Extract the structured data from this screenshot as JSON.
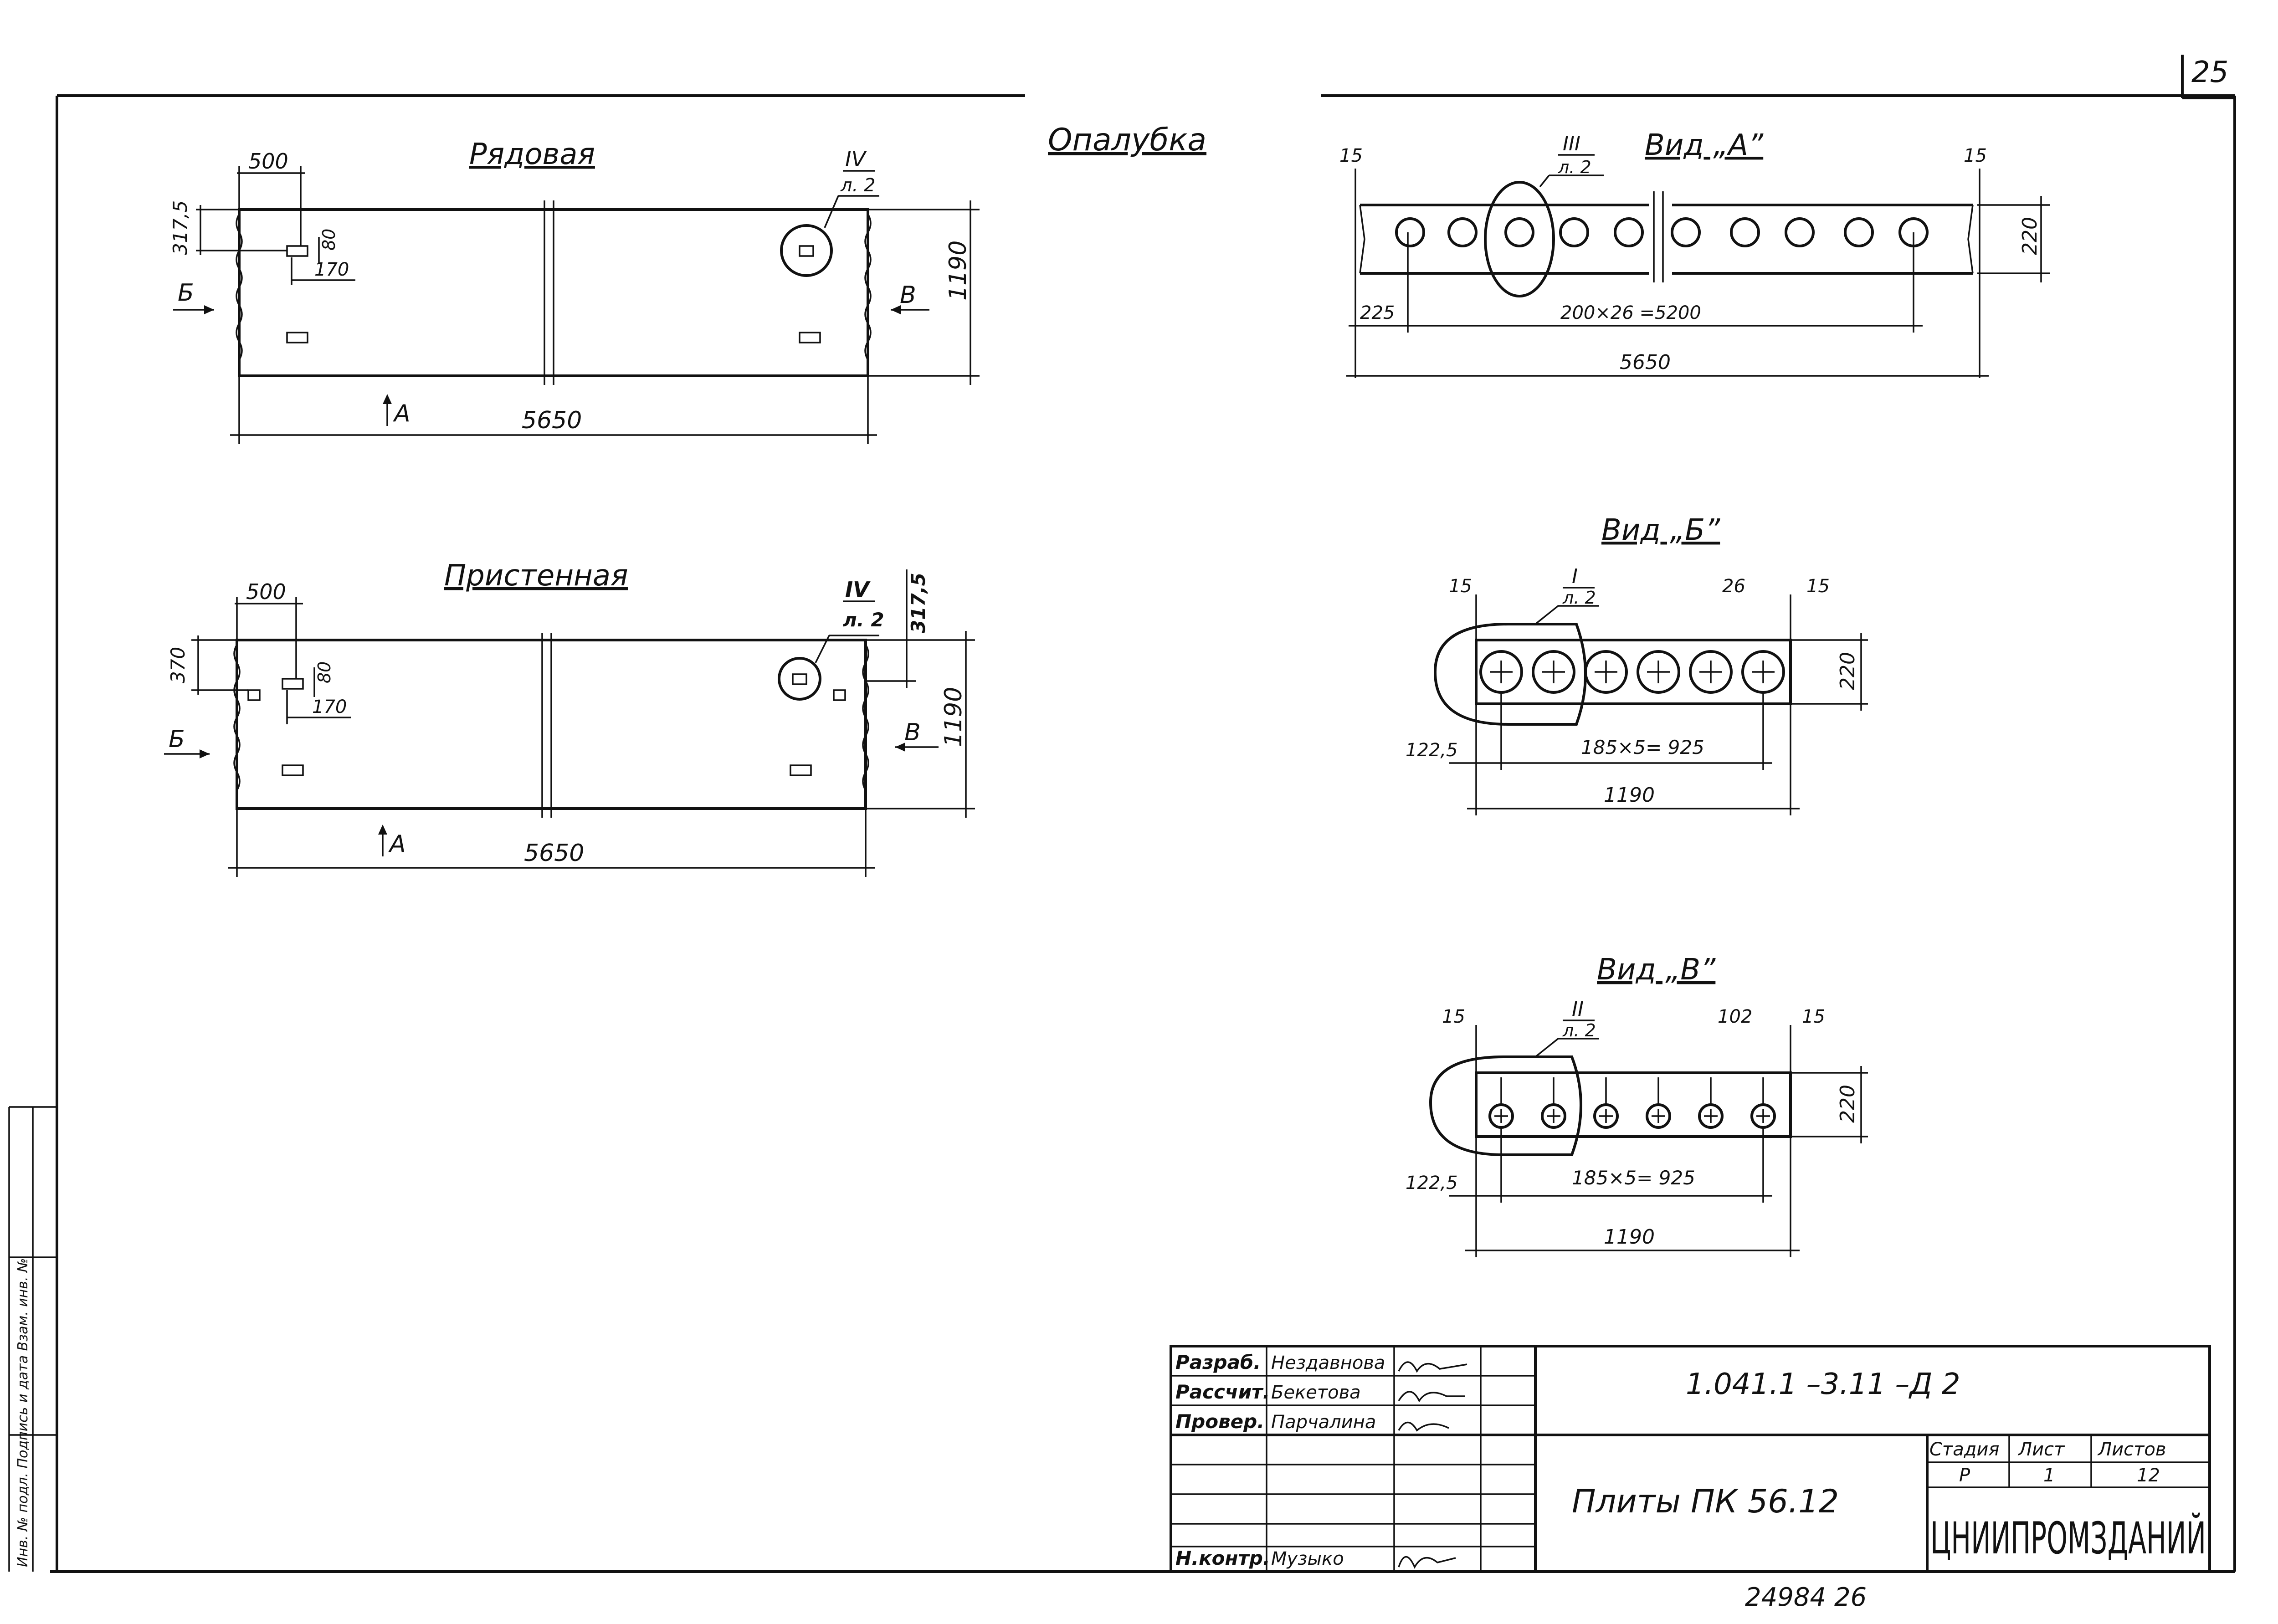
{
  "sheet": {
    "page_number": "25",
    "bottom_code": "24984 26"
  },
  "formwork_title": "Опалубка",
  "row_plate": {
    "title": "Рядовая",
    "dim_top": "500",
    "dim_left": "317,5",
    "dim_80": "80",
    "dim_170": "170",
    "dim_length": "5650",
    "dim_width": "1190",
    "callout_num": "IV",
    "callout_sheet": "л. 2",
    "label_B": "Б",
    "label_V": "В",
    "label_A": "А"
  },
  "wall_plate": {
    "title": "Пристенная",
    "dim_top": "500",
    "dim_left": "370",
    "dim_80": "80",
    "dim_170": "170",
    "dim_right": "317,5",
    "dim_length": "5650",
    "dim_width": "1190",
    "callout_num": "IV",
    "callout_sheet": "л. 2",
    "label_B": "Б",
    "label_V": "В",
    "label_A": "А"
  },
  "view_A": {
    "title": "Вид „А”",
    "dim_left15": "15",
    "dim_right15": "15",
    "dim_225": "225",
    "dim_holes": "200×26 =5200",
    "dim_total": "5650",
    "dim_height": "220",
    "callout_num": "III",
    "callout_sheet": "л. 2"
  },
  "view_B": {
    "title": "Вид „Б”",
    "dim_left15": "15",
    "dim_right15": "15",
    "dim_26": "26",
    "dim_122": "122,5",
    "dim_holes": "185×5= 925",
    "dim_total": "1190",
    "dim_height": "220",
    "callout_num": "I",
    "callout_sheet": "л. 2"
  },
  "view_V": {
    "title": "Вид „В”",
    "dim_left15": "15",
    "dim_right15": "15",
    "dim_102": "102",
    "dim_122": "122,5",
    "dim_holes": "185×5= 925",
    "dim_total": "1190",
    "dim_height": "220",
    "callout_num": "II",
    "callout_sheet": "л. 2"
  },
  "title_block": {
    "doc_code": "1.041.1 –3.11 –Д 2",
    "roles": [
      "Разраб.",
      "Рассчит.",
      "Провер.",
      "",
      "",
      "",
      "Н.контр."
    ],
    "names": [
      "Нездавнова",
      "Бекетова",
      "Парчалина",
      "",
      "",
      "",
      "Музыко"
    ],
    "product": "Плиты   ПК 56.12",
    "stage_label": "Стадия",
    "sheet_label": "Лист",
    "sheets_label": "Листов",
    "stage": "Р",
    "sheet": "1",
    "sheets": "12",
    "organization": "ЦНИИПРОМЗДАНИЙ"
  },
  "side_stamp": "Инв. № подл.   Подпись и дата   Взам. инв. №"
}
